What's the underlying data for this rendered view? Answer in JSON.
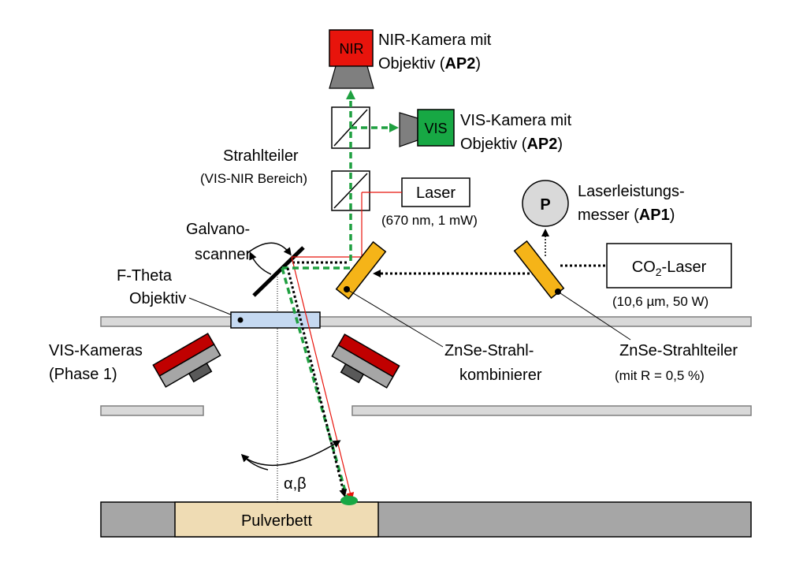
{
  "labels": {
    "nir_camera_line1": "NIR-Kamera mit",
    "nir_camera_line2": "Objektiv (",
    "nir_camera_ap": "AP2",
    "nir_camera_close": ")",
    "nir_box": "NIR",
    "vis_camera_line1": "VIS-Kamera mit",
    "vis_camera_line2": "Objektiv (",
    "vis_camera_ap": "AP2",
    "vis_camera_close": ")",
    "vis_box": "VIS",
    "strahlteiler_line1": "Strahlteiler",
    "strahlteiler_line2": "(VIS-NIR Bereich)",
    "laser": "Laser",
    "laser_spec": "(670 nm, 1 mW)",
    "power_meter_symbol": "P",
    "laserleistung_line1": "Laserleistungs-",
    "laserleistung_line2": "messer (",
    "laserleistung_ap": "AP1",
    "laserleistung_close": ")",
    "galvano_line1": "Galvano-",
    "galvano_line2": "scanner",
    "ftheta_line1": "F-Theta",
    "ftheta_line2": "Objektiv",
    "co2_prefix": "CO",
    "co2_sub": "2",
    "co2_suffix": "-Laser",
    "co2_spec": "(10,6 µm, 50 W)",
    "vis_kameras_line1": "VIS-Kameras",
    "vis_kameras_line2": "(Phase 1)",
    "znse_kombi_line1": "ZnSe-Strahl-",
    "znse_kombi_line2": "kombinierer",
    "znse_teiler_line1": "ZnSe-Strahlteiler",
    "znse_teiler_line2": "(mit R = 0,5 %)",
    "angle": "α,β",
    "pulverbett": "Pulverbett"
  },
  "colors": {
    "nir_red": "#e8140c",
    "vis_green": "#17a844",
    "beam_green": "#1fa040",
    "beam_red": "#e8140c",
    "mirror_yellow": "#f5b418",
    "lens_blue": "#c5d9f1",
    "bed_sand": "#efdcb4",
    "plate_gray": "#d9d9d9",
    "dark_gray": "#7f7f7f",
    "cam_dark_red": "#c00000"
  }
}
